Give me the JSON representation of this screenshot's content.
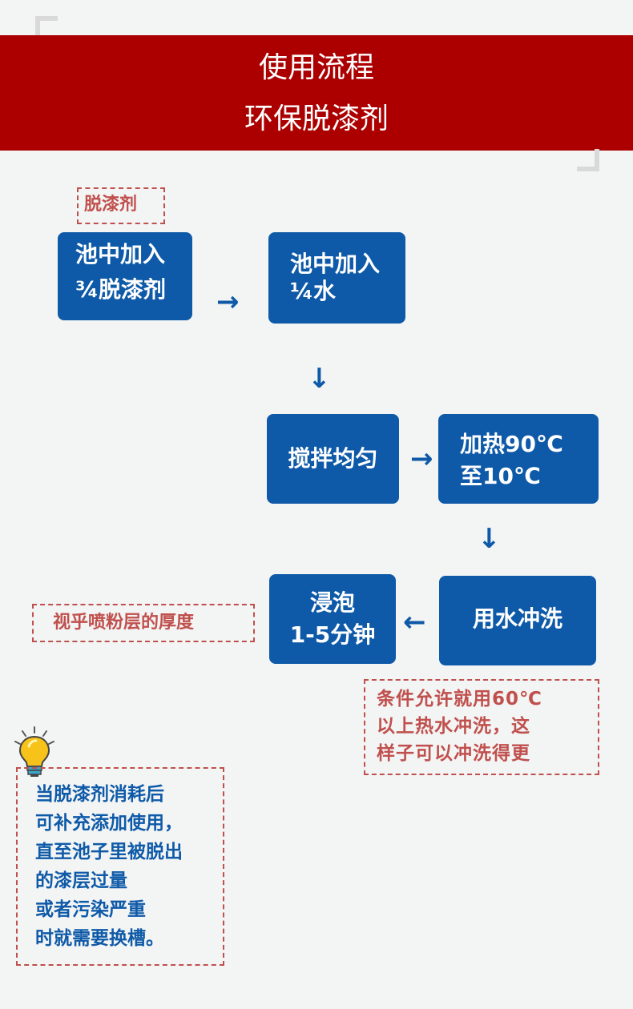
{
  "banner": {
    "title_line1": "使用流程",
    "title_line2": "环保脱漆剂"
  },
  "labels": {
    "top_tag": "脱漆剂",
    "soak_note": "视乎喷粉层的厚度",
    "rinse_note": [
      "条件允许就用60℃",
      "以上热水冲洗，这",
      "样子可以冲洗得更"
    ]
  },
  "steps": {
    "step1": [
      "池中加入",
      "¾脱漆剂"
    ],
    "step2": [
      "池中加入",
      "¼水"
    ],
    "step3": [
      "搅拌均匀"
    ],
    "step4": [
      "加热90℃",
      "至10℃"
    ],
    "step5": [
      "用水冲洗"
    ],
    "step6": [
      "浸泡",
      "1-5分钟"
    ]
  },
  "arrows": {
    "right": "→",
    "down": "↓",
    "left": "←"
  },
  "tip": {
    "icon": "lightbulb-icon",
    "lines": [
      "当脱漆剂消耗后",
      "可补充添加使用，",
      "直至池子里被脱出",
      "的漆层过量",
      "或者污染严重",
      "时就需要换槽。"
    ]
  },
  "colors": {
    "banner": "#ac0000",
    "box": "#0e5aa8",
    "note": "#c0504d",
    "background": "#f3f4f4"
  }
}
